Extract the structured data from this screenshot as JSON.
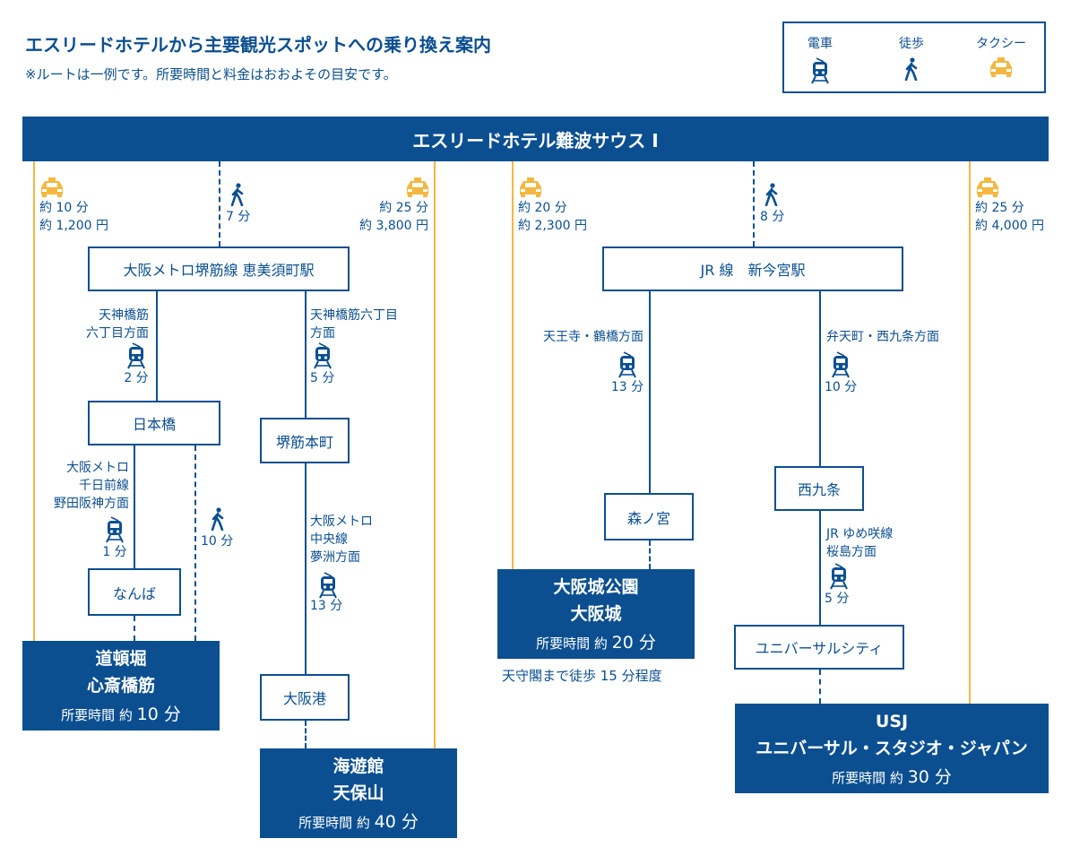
{
  "header": {
    "title": "エスリードホテルから主要観光スポットへの乗り換え案内",
    "subtitle": "※ルートは一例です。所要時間と料金はおおよその目安です。"
  },
  "legend": {
    "train": "電車",
    "walk": "徒歩",
    "taxi": "タクシー"
  },
  "hotel": "エスリードホテル難波サウス Ⅰ",
  "colors": {
    "primary": "#0b4f91",
    "taxi": "#f4b73f"
  },
  "icons": {
    "train": "train-icon",
    "walk": "walk-icon",
    "taxi": "taxi-icon"
  },
  "labels": {
    "taxi1": [
      "約 10 分",
      "約 1,200 円"
    ],
    "walk1": "7 分",
    "taxi2": [
      "約 25 分",
      "約 3,800 円"
    ],
    "taxi3": [
      "約 20 分",
      "約 2,300 円"
    ],
    "walk2": "8 分",
    "taxi4": [
      "約 25 分",
      "約 4,000 円"
    ],
    "sakaisuji_nihombashi": [
      "天神橋筋",
      "六丁目方面"
    ],
    "time_2": "2 分",
    "sakaisuji_honmachi": [
      "天神橋筋六丁目",
      "方面"
    ],
    "time_5a": "5 分",
    "chuo_line": [
      "大阪メトロ",
      "中央線",
      "夢洲方面"
    ],
    "time_13a": "13 分",
    "sennichimae": [
      "大阪メトロ",
      "千日前線",
      "野田阪神方面"
    ],
    "time_1": "1 分",
    "walk3": "10 分",
    "jr_morinomiya": "天王寺・鶴橋方面",
    "time_13b": "13 分",
    "jr_nishikujo": "弁天町・西九条方面",
    "time_10": "10 分",
    "yumesaki": [
      "JR ゆめ咲線",
      "桜島方面"
    ],
    "time_5b": "5 分"
  },
  "stations": {
    "ebisucho": "大阪メトロ堺筋線 恵美須町駅",
    "nihombashi": "日本橋",
    "sakaisujihonmachi": "堺筋本町",
    "namba": "なんば",
    "osakako": "大阪港",
    "shinimamiya": "JR 線　新今宮駅",
    "morinomiya": "森ノ宮",
    "nishikujo": "西九条",
    "universalcity": "ユニバーサルシティ"
  },
  "destinations": {
    "dotonbori": {
      "name": [
        "道頓堀",
        "心斎橋筋"
      ],
      "time_prefix": "所要時間 約",
      "time": "10 分"
    },
    "kaiyukan": {
      "name": [
        "海遊館",
        "天保山"
      ],
      "time_prefix": "所要時間 約",
      "time": "40 分"
    },
    "osakajo": {
      "name": [
        "大阪城公園",
        "大阪城"
      ],
      "time_prefix": "所要時間 約",
      "time": "20 分",
      "note": "天守閣まで徒歩 15 分程度"
    },
    "usj": {
      "name": [
        "USJ",
        "ユニバーサル・スタジオ・ジャパン"
      ],
      "time_prefix": "所要時間 約",
      "time": "30 分"
    }
  }
}
